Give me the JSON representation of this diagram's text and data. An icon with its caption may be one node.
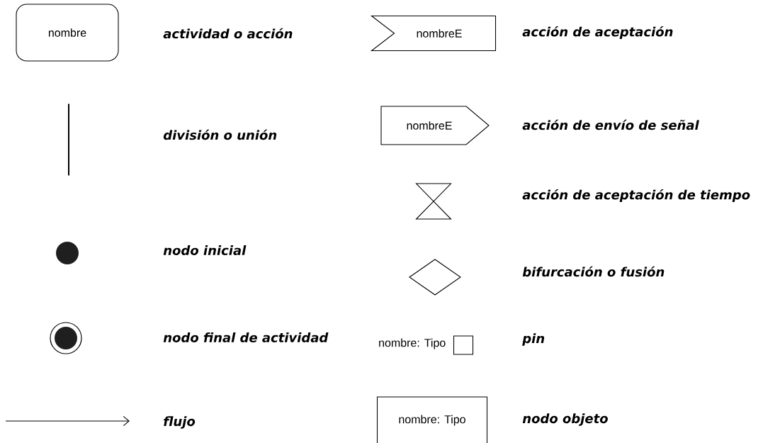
{
  "diagram": {
    "nodes": [
      {
        "text": [
          "nombre"
        ]
      },
      {
        "text": [
          "nombreE"
        ]
      },
      {
        "text": [],
        "shape": "bar"
      },
      {
        "text": [
          "nombreE"
        ]
      },
      {
        "text": [],
        "shape": "hourglass"
      },
      {
        "text": [],
        "shape": "dot"
      },
      {
        "text": [],
        "shape": "diamond"
      },
      {
        "text": [],
        "shape": "bullseye"
      },
      {
        "text": [],
        "shape": "box",
        "beside": [
          "nombre: Tipo"
        ]
      },
      {
        "text": [
          "nombre: Tipo"
        ]
      }
    ],
    "legend": [
      {
        "text": "actividad o acción"
      },
      {
        "text": "acción de aceptación"
      },
      {
        "text": "división o unión"
      },
      {
        "text": "acción de envío de señal"
      },
      {
        "text": "acción de aceptación de tiempo"
      },
      {
        "text": "nodo inicial"
      },
      {
        "text": "bifurcación o fusión"
      },
      {
        "text": "nodo final de actividad"
      },
      {
        "text": "pin"
      },
      {
        "text": "flujo"
      },
      {
        "text": "nodo objeto"
      }
    ]
  }
}
